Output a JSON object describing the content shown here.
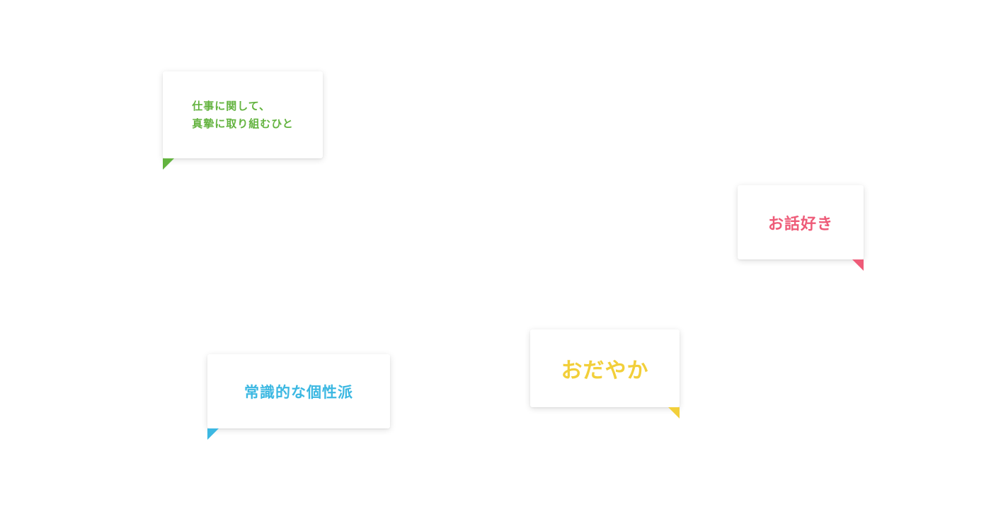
{
  "cards": [
    {
      "text": "仕事に関して、\n真摯に取り組むひと",
      "color": "#63b33f"
    },
    {
      "text": "お話好き",
      "color": "#ee5b78"
    },
    {
      "text": "常識的な個性派",
      "color": "#3cb8e2"
    },
    {
      "text": "おだやか",
      "color": "#f2cf3a"
    }
  ]
}
